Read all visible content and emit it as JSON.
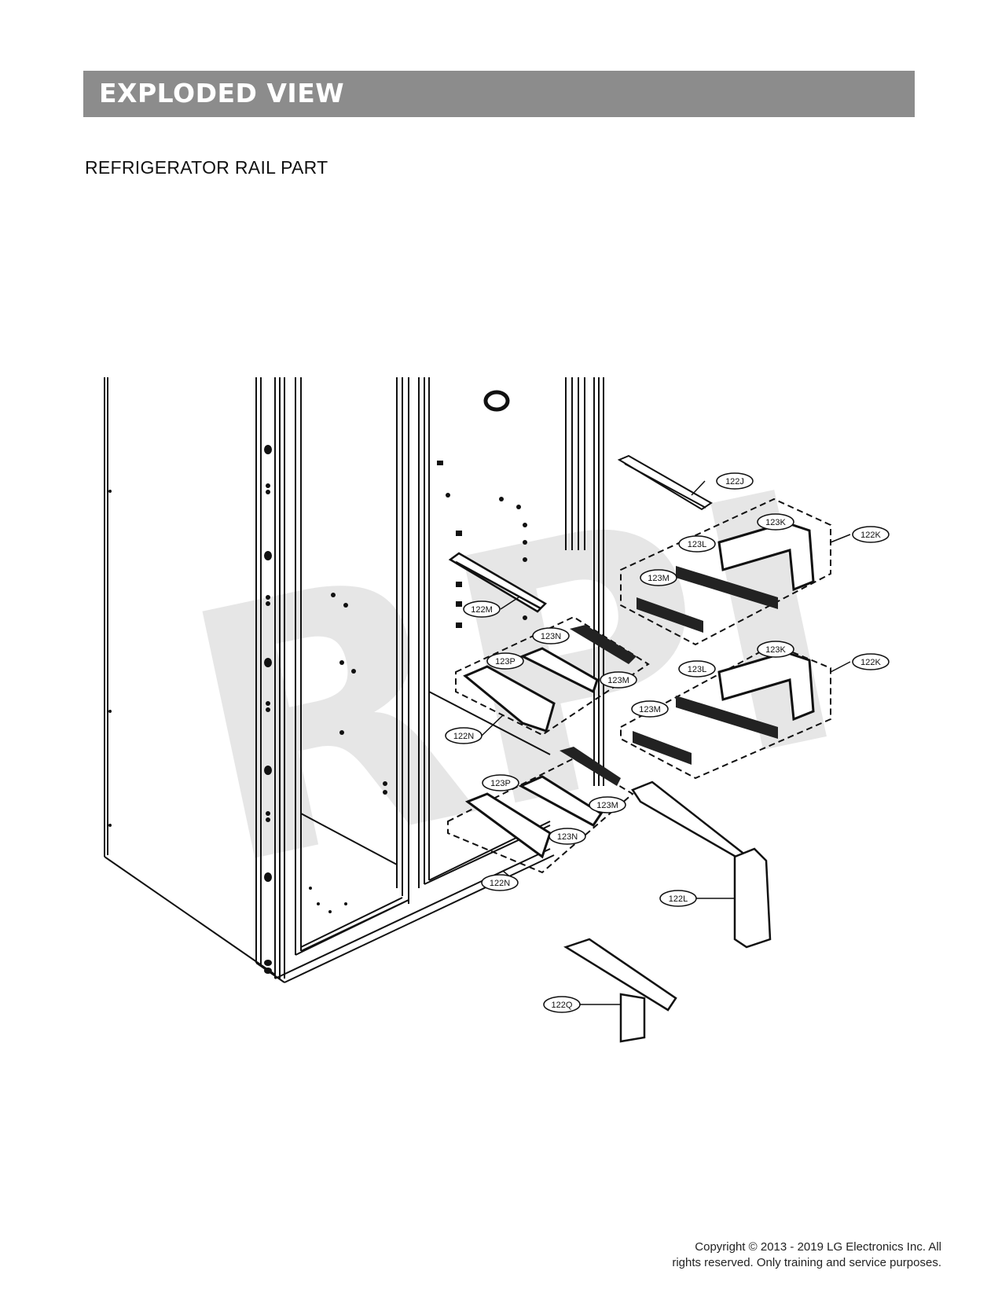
{
  "header": {
    "title": "EXPLODED VIEW"
  },
  "section": {
    "title": "REFRIGERATOR RAIL PART"
  },
  "watermark": {
    "text": "RPI"
  },
  "callouts": {
    "c122J": "122J",
    "c122K_top": "122K",
    "c123K_top": "123K",
    "c123L_top": "123L",
    "c123M_top": "123M",
    "c122M": "122M",
    "c123N_mid": "123N",
    "c123P_mid": "123P",
    "c123M_mid": "123M",
    "c122N_mid": "122N",
    "c122K_low": "122K",
    "c123K_low": "123K",
    "c123L_low": "123L",
    "c123M_low": "123M",
    "c123P_low": "123P",
    "c123M_low2": "123M",
    "c123N_low": "123N",
    "c122N_low": "122N",
    "c122L": "122L",
    "c122Q": "122Q"
  },
  "footer": {
    "copyright_line1": "Copyright © 2013 - 2019 LG Electronics Inc. All",
    "copyright_line2": "rights reserved. Only training and service purposes."
  }
}
